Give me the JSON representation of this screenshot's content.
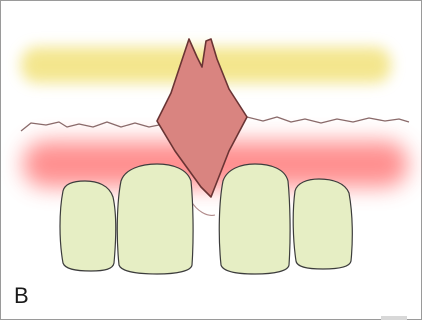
{
  "panel": {
    "label": "B"
  },
  "colors": {
    "bone_band": "#f2e27a",
    "inflammation": "#ff6a6a",
    "gum_line": "#8a6a6a",
    "tooth_fill": "#e6eec4",
    "tooth_outline": "#3c3c3c",
    "root_fill": "#d98480",
    "root_outline": "#6a3434"
  },
  "icons": {
    "bone_band": "bone-level-band",
    "inflammation": "inflamed-gum-band",
    "root": "extruded-root-fragment"
  }
}
